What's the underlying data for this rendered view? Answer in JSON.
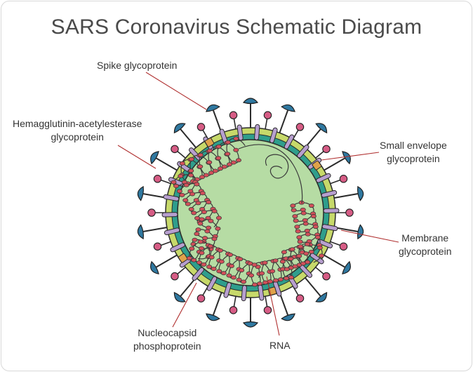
{
  "title": "SARS Coronavirus Schematic Diagram",
  "labels": {
    "spike": "Spike glycoprotein",
    "he_line1": "Hemagglutinin-acetylesterase",
    "he_line2": "glycoprotein",
    "envelope_line1": "Small envelope",
    "envelope_line2": "glycoprotein",
    "membrane_line1": "Membrane",
    "membrane_line2": "glycoprotein",
    "nucleocapsid_line1": "Nucleocapsid",
    "nucleocapsid_line2": "phosphoprotein",
    "rna": "RNA"
  },
  "colors": {
    "core": "#b6dca4",
    "lipid_outer": "#c7d96a",
    "lipid_inner": "#2f9e8c",
    "membrane_protein": "#b79fcf",
    "spike": "#2f78a0",
    "he_protein": "#d65c85",
    "envelope_protein": "#e0a24a",
    "rna_beads": "#d3505a",
    "leader": "#b03030"
  }
}
